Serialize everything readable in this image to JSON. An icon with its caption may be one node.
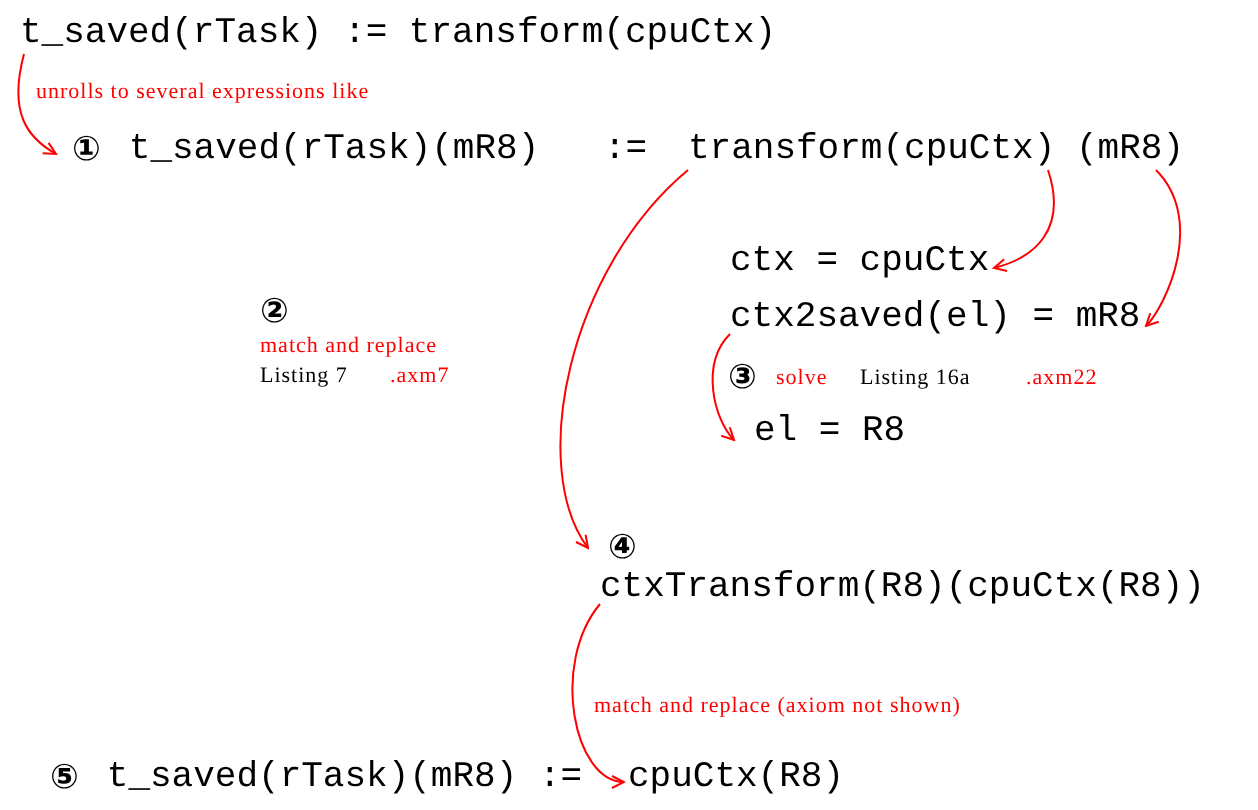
{
  "diagram": {
    "nodes": [
      {
        "text": [
          "t_saved(rTask)  :=  transform(cpuCtx)"
        ]
      },
      {
        "text": [
          "t_saved(rTask)(mR8)"
        ],
        "beside": [
          "①"
        ]
      },
      {
        "text": [
          "transform(cpuCtx)"
        ]
      },
      {
        "text": [
          "(mR8)"
        ]
      },
      {
        "text": [
          "ctx = cpuCtx"
        ]
      },
      {
        "text": [
          "ctx2saved(el) = mR8"
        ]
      },
      {
        "text": [
          "el = R8"
        ]
      },
      {
        "text": [
          "ctxTransform(R8)(cpuCtx(R8))"
        ],
        "beside": [
          "④"
        ]
      },
      {
        "text": [
          "t_saved(rTask)(mR8) :="
        ],
        "beside": [
          "⑤"
        ]
      },
      {
        "text": [
          "cpuCtx(R8)"
        ]
      }
    ],
    "edges": [
      {
        "from": 0,
        "to": 1,
        "arrow": "to",
        "label": "unrolls to several expressions like"
      },
      {
        "from": 2,
        "to": 7,
        "arrow": "to"
      },
      {
        "from": 2,
        "to": 4,
        "arrow": "to"
      },
      {
        "from": 3,
        "to": 5,
        "arrow": "to"
      },
      {
        "from": 5,
        "to": 6,
        "arrow": "to"
      },
      {
        "from": 7,
        "to": 9,
        "arrow": "to",
        "label": "match and replace (axiom not shown)"
      }
    ],
    "labels": [
      ":=",
      "②",
      "match and replace",
      "Listing 7",
      ".axm7",
      "③",
      "solve",
      "Listing 16a",
      ".axm22"
    ]
  }
}
